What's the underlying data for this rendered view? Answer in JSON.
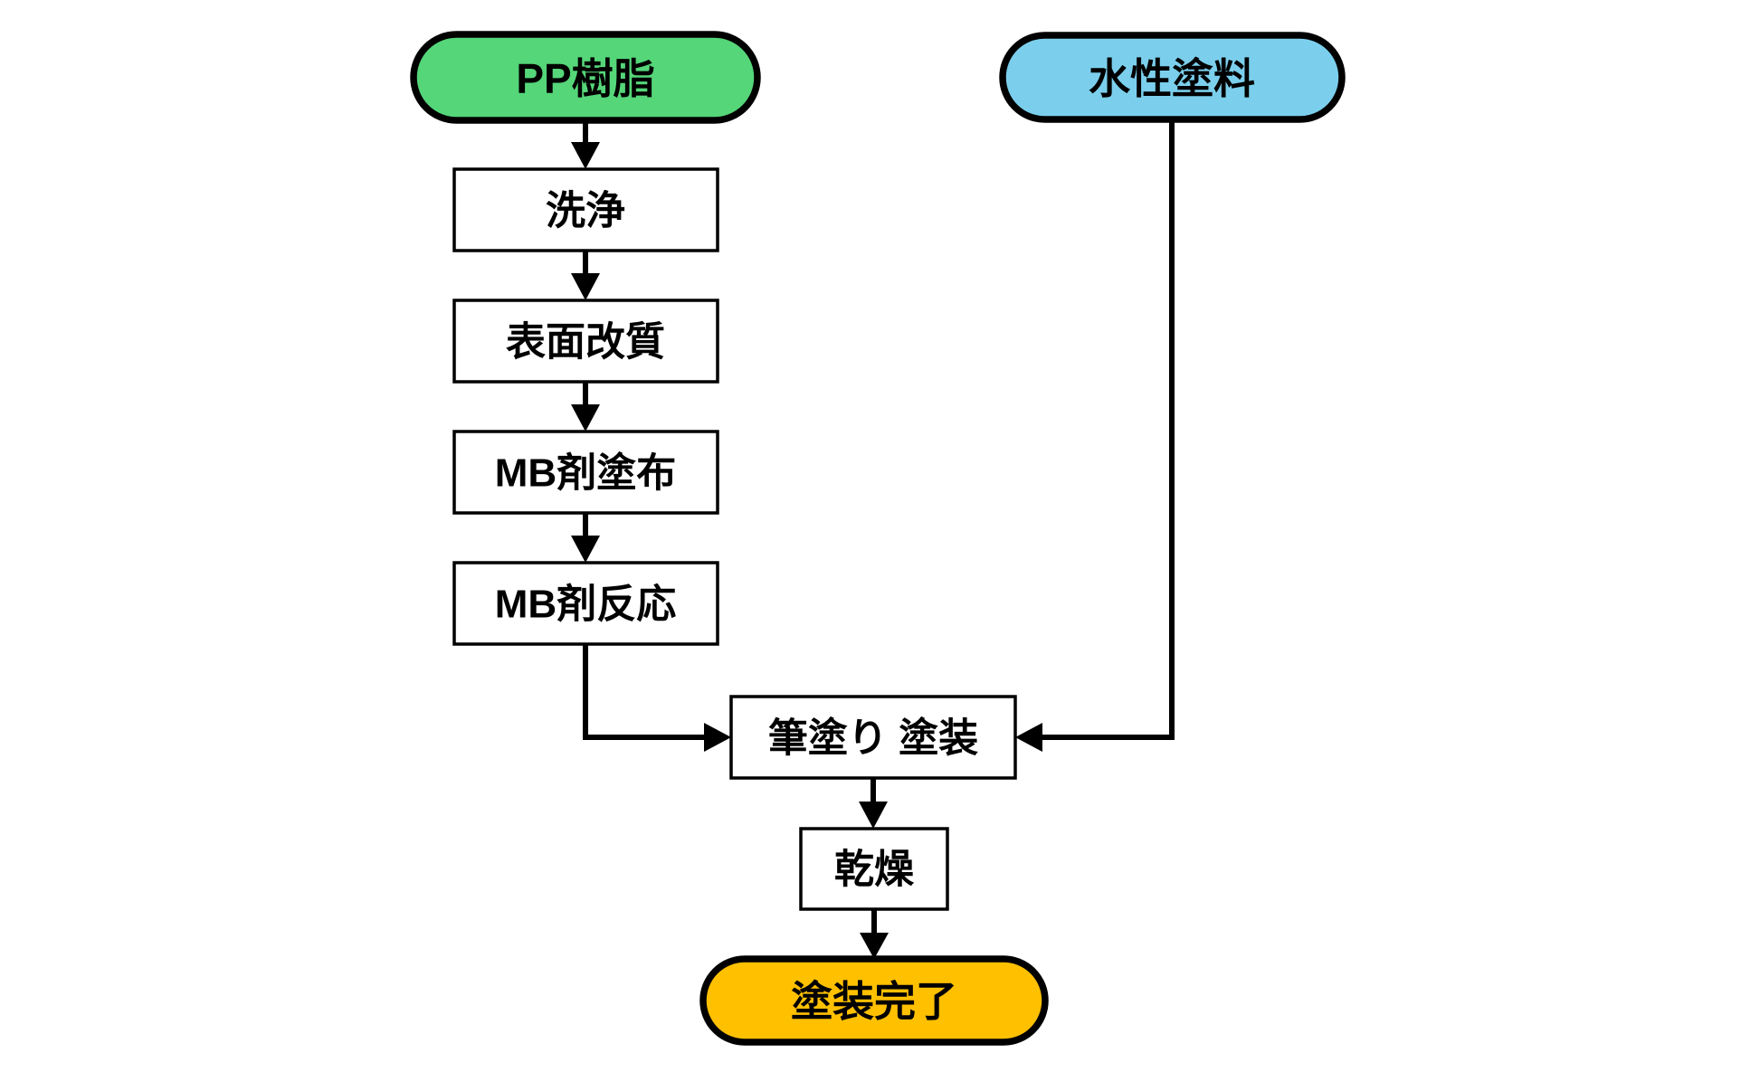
{
  "diagram": {
    "type": "flowchart",
    "direction": "top-down",
    "background": "#FFFFFF",
    "text_color": "#000000",
    "edge_color": "#000000",
    "border_color": "#000000",
    "nodes": [
      {
        "id": "pp_resin",
        "label": "PP樹脂",
        "shape": "stadium",
        "fill": "#55D679",
        "border": "#000000"
      },
      {
        "id": "water_paint",
        "label": "水性塗料",
        "shape": "stadium",
        "fill": "#7BCFEC",
        "border": "#000000"
      },
      {
        "id": "washing",
        "label": "洗浄",
        "shape": "rect",
        "fill": "#FFFFFF",
        "border": "#000000"
      },
      {
        "id": "surface_modification",
        "label": "表面改質",
        "shape": "rect",
        "fill": "#FFFFFF",
        "border": "#000000"
      },
      {
        "id": "mb_agent_application",
        "label": "MB剤塗布",
        "shape": "rect",
        "fill": "#FFFFFF",
        "border": "#000000"
      },
      {
        "id": "mb_agent_reaction",
        "label": "MB剤反応",
        "shape": "rect",
        "fill": "#FFFFFF",
        "border": "#000000"
      },
      {
        "id": "brush_painting",
        "label": "筆塗り 塗装",
        "shape": "rect",
        "fill": "#FFFFFF",
        "border": "#000000"
      },
      {
        "id": "drying",
        "label": "乾燥",
        "shape": "rect",
        "fill": "#FFFFFF",
        "border": "#000000"
      },
      {
        "id": "painting_complete",
        "label": "塗装完了",
        "shape": "stadium",
        "fill": "#FFC000",
        "border": "#000000"
      }
    ],
    "edges": [
      {
        "from": "pp_resin",
        "to": "washing"
      },
      {
        "from": "washing",
        "to": "surface_modification"
      },
      {
        "from": "surface_modification",
        "to": "mb_agent_application"
      },
      {
        "from": "mb_agent_application",
        "to": "mb_agent_reaction"
      },
      {
        "from": "mb_agent_reaction",
        "to": "brush_painting"
      },
      {
        "from": "water_paint",
        "to": "brush_painting"
      },
      {
        "from": "brush_painting",
        "to": "drying"
      },
      {
        "from": "drying",
        "to": "painting_complete"
      }
    ]
  }
}
